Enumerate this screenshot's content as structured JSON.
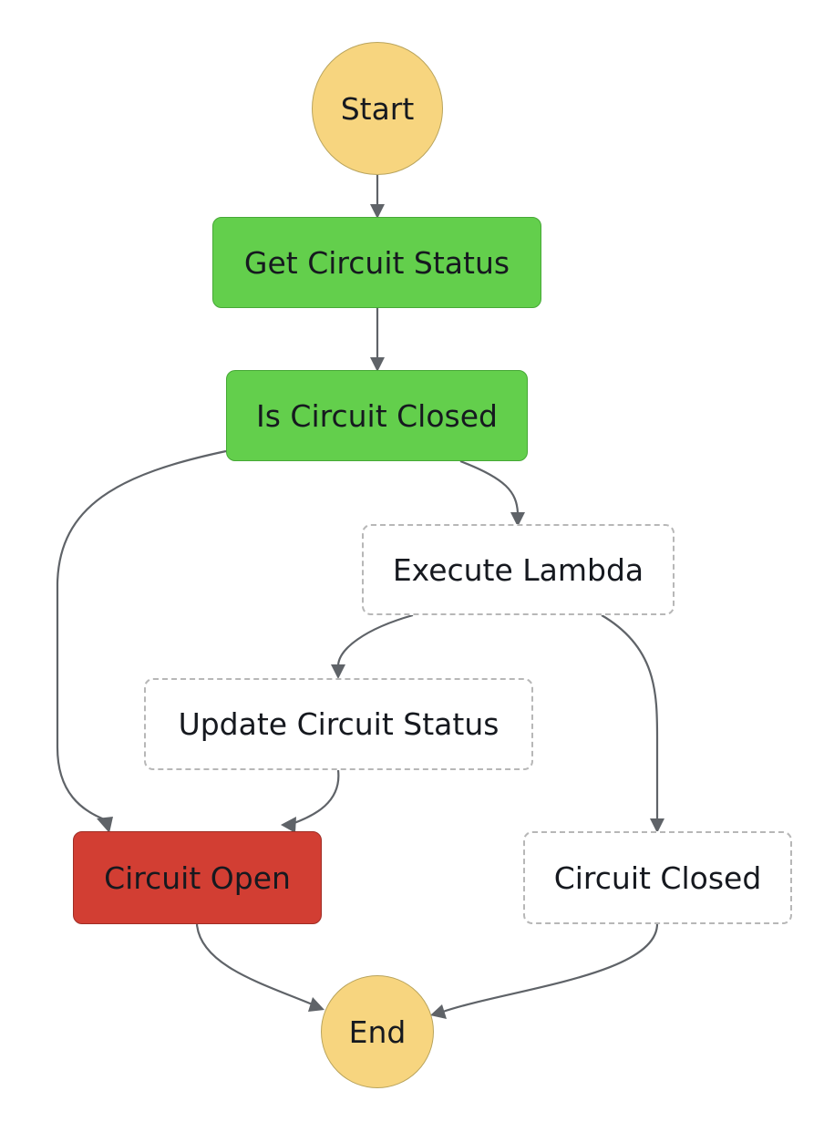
{
  "colors": {
    "terminal_fill": "#f7d57f",
    "success_fill": "#63cf4c",
    "failed_fill": "#d23e33",
    "pending_fill": "#ffffff",
    "edge": "#5f6368"
  },
  "nodes": {
    "start": {
      "label": "Start",
      "status": "terminal"
    },
    "get_circuit_status": {
      "label": "Get Circuit Status",
      "status": "success"
    },
    "is_circuit_closed": {
      "label": "Is Circuit Closed",
      "status": "success"
    },
    "execute_lambda": {
      "label": "Execute Lambda",
      "status": "not-executed"
    },
    "update_circuit_status": {
      "label": "Update Circuit Status",
      "status": "not-executed"
    },
    "circuit_open": {
      "label": "Circuit Open",
      "status": "failed"
    },
    "circuit_closed": {
      "label": "Circuit Closed",
      "status": "not-executed"
    },
    "end": {
      "label": "End",
      "status": "terminal"
    }
  },
  "edges": [
    {
      "from": "start",
      "to": "get_circuit_status"
    },
    {
      "from": "get_circuit_status",
      "to": "is_circuit_closed"
    },
    {
      "from": "is_circuit_closed",
      "to": "execute_lambda"
    },
    {
      "from": "is_circuit_closed",
      "to": "circuit_open"
    },
    {
      "from": "execute_lambda",
      "to": "update_circuit_status"
    },
    {
      "from": "execute_lambda",
      "to": "circuit_closed"
    },
    {
      "from": "update_circuit_status",
      "to": "circuit_open"
    },
    {
      "from": "circuit_open",
      "to": "end"
    },
    {
      "from": "circuit_closed",
      "to": "end"
    }
  ]
}
